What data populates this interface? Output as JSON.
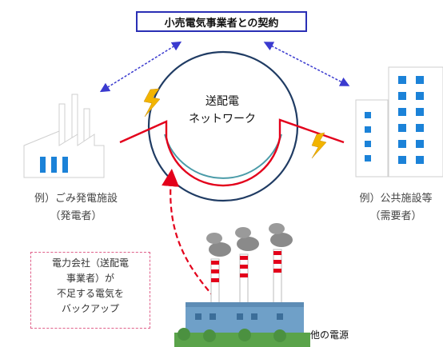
{
  "contract_title": "小売電気事業者との契約",
  "network_label_line1": "送配電",
  "network_label_line2": "ネットワーク",
  "generator_label_line1": "例）ごみ発電施設",
  "generator_label_line2": "（発電者）",
  "consumer_label_line1": "例）公共施設等",
  "consumer_label_line2": "（需要者）",
  "backup_line1": "電力会社（送配電",
  "backup_line2": "事業者）が",
  "backup_line3": "不足する電気を",
  "backup_line4": "バックアップ",
  "other_source_label": "他の電源",
  "colors": {
    "arrow_blue": "#3a3acf",
    "power_red": "#e3001b",
    "ring_navy": "#1f3b63",
    "ring_teal": "#4a9ba8",
    "lightning": "#f2b400",
    "window_blue": "#1b82d8"
  }
}
